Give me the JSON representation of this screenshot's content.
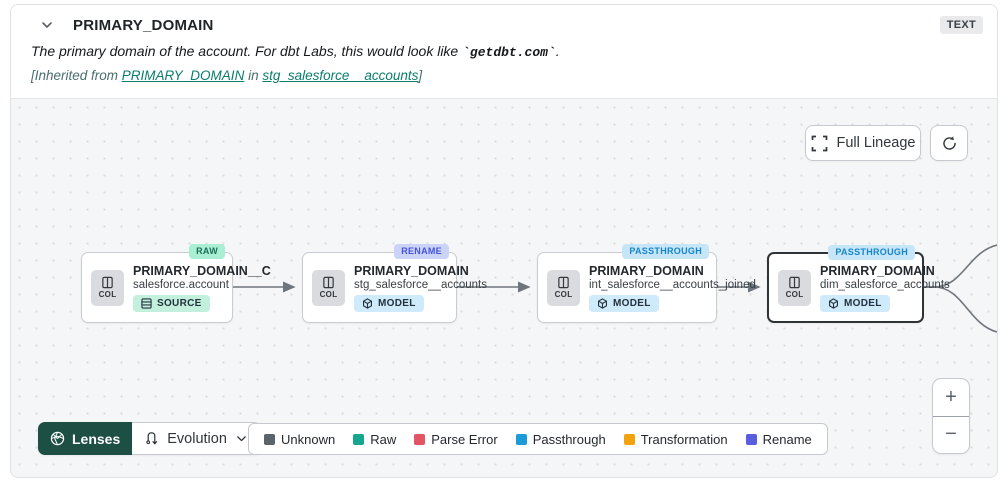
{
  "header": {
    "title": "PRIMARY_DOMAIN",
    "type_badge": "TEXT",
    "description_prefix": "The primary domain of the account. For dbt Labs, this would look like ",
    "description_code": "`getdbt.com`",
    "description_suffix": ".",
    "inherited_prefix": "[Inherited from ",
    "inherited_link_column": "PRIMARY_DOMAIN",
    "inherited_mid": " in ",
    "inherited_link_model": "stg_salesforce__accounts",
    "inherited_suffix": "]",
    "link_color": "#0a7d6c"
  },
  "canvas": {
    "full_lineage_label": "Full Lineage",
    "nodes": [
      {
        "title": "PRIMARY_DOMAIN__C",
        "subtitle": "salesforce.account",
        "col_label": "COL",
        "resource_label": "SOURCE",
        "resource_bg": "#c2f0dd",
        "evolution_badge": "RAW",
        "badge_bg": "#a9efd4",
        "badge_fg": "#1d6f58"
      },
      {
        "title": "PRIMARY_DOMAIN",
        "subtitle": "stg_salesforce__accounts",
        "col_label": "COL",
        "resource_label": "MODEL",
        "resource_bg": "#cfeafa",
        "evolution_badge": "RENAME",
        "badge_bg": "#ccd3f9",
        "badge_fg": "#4653d6"
      },
      {
        "title": "PRIMARY_DOMAIN",
        "subtitle": "int_salesforce__accounts_joined",
        "col_label": "COL",
        "resource_label": "MODEL",
        "resource_bg": "#cfeafa",
        "evolution_badge": "PASSTHROUGH",
        "badge_bg": "#c6e6f8",
        "badge_fg": "#1786c9"
      },
      {
        "title": "PRIMARY_DOMAIN",
        "subtitle": "dim_salesforce_accounts",
        "col_label": "COL",
        "resource_label": "MODEL",
        "resource_bg": "#cfeafa",
        "evolution_badge": "PASSTHROUGH",
        "badge_bg": "#c6e6f8",
        "badge_fg": "#1786c9"
      }
    ]
  },
  "toolbar": {
    "lenses_label": "Lenses",
    "lens_selected": "Evolution",
    "lenses_bg": "#1d4f44"
  },
  "legend": {
    "items": [
      {
        "label": "Unknown",
        "color": "#5b636b"
      },
      {
        "label": "Raw",
        "color": "#15a78d"
      },
      {
        "label": "Parse Error",
        "color": "#e25563"
      },
      {
        "label": "Passthrough",
        "color": "#1b9bd8"
      },
      {
        "label": "Transformation",
        "color": "#f2a20d"
      },
      {
        "label": "Rename",
        "color": "#5a5ede"
      }
    ]
  },
  "zoom_controls": {
    "zoom_in": "+",
    "zoom_out": "−"
  }
}
